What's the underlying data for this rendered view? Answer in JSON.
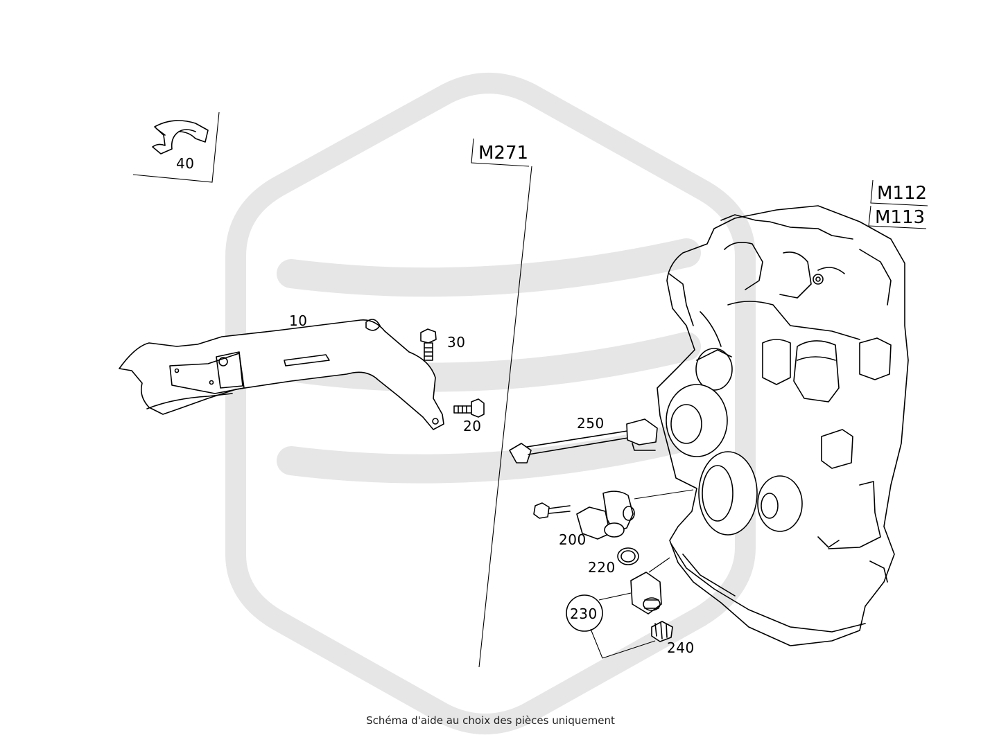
{
  "engines": [
    "M271",
    "M112",
    "M113"
  ],
  "parts": [
    {
      "number": "10"
    },
    {
      "number": "20"
    },
    {
      "number": "30"
    },
    {
      "number": "40"
    },
    {
      "number": "200"
    },
    {
      "number": "220"
    },
    {
      "number": "230"
    },
    {
      "number": "240"
    },
    {
      "number": "250"
    }
  ],
  "caption": "Schéma d'aide au choix des pièces uniquement",
  "colors": {
    "watermark": "#e6e6e6",
    "line": "#000000"
  }
}
